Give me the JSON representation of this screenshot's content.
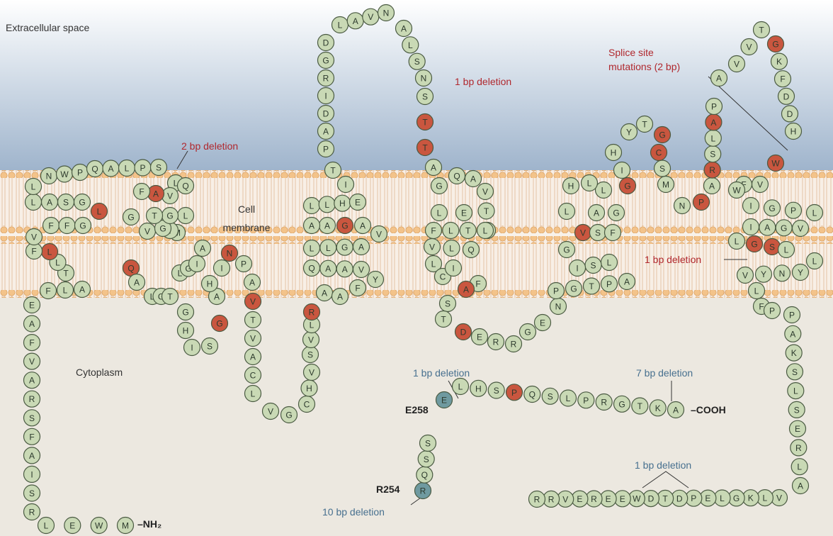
{
  "regions": {
    "extracellular": "Extracellular space",
    "membrane_line1": "Cell",
    "membrane_line2": "membrane",
    "cytoplasm": "Cytoplasm"
  },
  "terminals": {
    "n": "–NH₂",
    "c": "–COOH"
  },
  "markers": {
    "e258": "E258",
    "r254": "R254"
  },
  "annotations": {
    "del2bp": "2 bp deletion",
    "del1bp_top": "1 bp deletion",
    "splice_line1": "Splice site",
    "splice_line2": "mutations (2 bp)",
    "del1bp_right": "1 bp deletion",
    "del1bp_e258": "1 bp deletion",
    "del7bp": "7 bp deletion",
    "del1bp_bottom": "1 bp deletion",
    "del10bp": "10 bp deletion"
  },
  "colors": {
    "normal_residue": "#c9d9b5",
    "mutated_residue": "#c9563f",
    "marker_residue": "#6f9aa0",
    "extracellular_top": "#9fb4cc",
    "cytoplasm": "#ece8e0",
    "head_group": "#f2c28a",
    "lipid_tail": "#e7c2a4"
  },
  "residues": [
    {
      "aa": "M",
      "s": "n"
    },
    {
      "aa": "W",
      "s": "n"
    },
    {
      "aa": "E",
      "s": "n"
    },
    {
      "aa": "L",
      "s": "n"
    },
    {
      "aa": "R",
      "s": "n"
    },
    {
      "aa": "S",
      "s": "n"
    },
    {
      "aa": "I",
      "s": "n"
    },
    {
      "aa": "A",
      "s": "n"
    },
    {
      "aa": "F",
      "s": "n"
    },
    {
      "aa": "S",
      "s": "n"
    },
    {
      "aa": "R",
      "s": "n"
    },
    {
      "aa": "A",
      "s": "n"
    },
    {
      "aa": "V",
      "s": "n"
    },
    {
      "aa": "F",
      "s": "n"
    },
    {
      "aa": "A",
      "s": "n"
    },
    {
      "aa": "E",
      "s": "n"
    },
    {
      "aa": "F",
      "s": "n"
    },
    {
      "aa": "L",
      "s": "n"
    },
    {
      "aa": "A",
      "s": "n"
    },
    {
      "aa": "T",
      "s": "n"
    },
    {
      "aa": "L",
      "s": "n"
    },
    {
      "aa": "L",
      "s": "m"
    },
    {
      "aa": "F",
      "s": "n"
    },
    {
      "aa": "V",
      "s": "n"
    },
    {
      "aa": "F",
      "s": "n"
    },
    {
      "aa": "F",
      "s": "n"
    },
    {
      "aa": "G",
      "s": "n"
    },
    {
      "aa": "L",
      "s": "m"
    },
    {
      "aa": "G",
      "s": "n"
    },
    {
      "aa": "S",
      "s": "n"
    },
    {
      "aa": "A",
      "s": "n"
    },
    {
      "aa": "L",
      "s": "n"
    },
    {
      "aa": "L",
      "s": "n"
    },
    {
      "aa": "N",
      "s": "n"
    },
    {
      "aa": "W",
      "s": "n"
    },
    {
      "aa": "P",
      "s": "n"
    },
    {
      "aa": "Q",
      "s": "n"
    },
    {
      "aa": "A",
      "s": "n"
    },
    {
      "aa": "L",
      "s": "n"
    },
    {
      "aa": "P",
      "s": "n"
    },
    {
      "aa": "S",
      "s": "n"
    },
    {
      "aa": "L",
      "s": "n"
    },
    {
      "aa": "Q",
      "s": "n"
    },
    {
      "aa": "V",
      "s": "n"
    },
    {
      "aa": "A",
      "s": "m"
    },
    {
      "aa": "F",
      "s": "n"
    },
    {
      "aa": "G",
      "s": "n"
    },
    {
      "aa": "V",
      "s": "n"
    },
    {
      "aa": "Q",
      "s": "m"
    },
    {
      "aa": "A",
      "s": "n"
    },
    {
      "aa": "L",
      "s": "n"
    },
    {
      "aa": "G",
      "s": "n"
    },
    {
      "aa": "T",
      "s": "n"
    },
    {
      "aa": "L",
      "s": "n"
    },
    {
      "aa": "G",
      "s": "n"
    },
    {
      "aa": "I",
      "s": "n"
    },
    {
      "aa": "A",
      "s": "n"
    },
    {
      "aa": "M",
      "s": "n"
    },
    {
      "aa": "I",
      "s": "n"
    },
    {
      "aa": "G",
      "s": "n"
    },
    {
      "aa": "L",
      "s": "n"
    },
    {
      "aa": "G",
      "s": "n"
    },
    {
      "aa": "T",
      "s": "n"
    },
    {
      "aa": "G",
      "s": "n"
    },
    {
      "aa": "H",
      "s": "n"
    },
    {
      "aa": "I",
      "s": "n"
    },
    {
      "aa": "S",
      "s": "n"
    },
    {
      "aa": "G",
      "s": "m"
    },
    {
      "aa": "A",
      "s": "n"
    },
    {
      "aa": "H",
      "s": "n"
    },
    {
      "aa": "I",
      "s": "n"
    },
    {
      "aa": "N",
      "s": "m"
    },
    {
      "aa": "P",
      "s": "n"
    },
    {
      "aa": "A",
      "s": "n"
    },
    {
      "aa": "V",
      "s": "m"
    },
    {
      "aa": "T",
      "s": "n"
    },
    {
      "aa": "V",
      "s": "n"
    },
    {
      "aa": "A",
      "s": "n"
    },
    {
      "aa": "C",
      "s": "n"
    },
    {
      "aa": "L",
      "s": "n"
    },
    {
      "aa": "V",
      "s": "n"
    },
    {
      "aa": "G",
      "s": "n"
    },
    {
      "aa": "C",
      "s": "n"
    },
    {
      "aa": "H",
      "s": "n"
    },
    {
      "aa": "V",
      "s": "n"
    },
    {
      "aa": "S",
      "s": "n"
    },
    {
      "aa": "V",
      "s": "n"
    },
    {
      "aa": "L",
      "s": "n"
    },
    {
      "aa": "R",
      "s": "m"
    },
    {
      "aa": "A",
      "s": "n"
    },
    {
      "aa": "A",
      "s": "n"
    },
    {
      "aa": "F",
      "s": "n"
    },
    {
      "aa": "Y",
      "s": "n"
    },
    {
      "aa": "V",
      "s": "n"
    },
    {
      "aa": "A",
      "s": "n"
    },
    {
      "aa": "A",
      "s": "n"
    },
    {
      "aa": "Q",
      "s": "n"
    },
    {
      "aa": "L",
      "s": "n"
    },
    {
      "aa": "L",
      "s": "n"
    },
    {
      "aa": "G",
      "s": "n"
    },
    {
      "aa": "A",
      "s": "n"
    },
    {
      "aa": "V",
      "s": "n"
    },
    {
      "aa": "A",
      "s": "n"
    },
    {
      "aa": "G",
      "s": "m"
    },
    {
      "aa": "A",
      "s": "n"
    },
    {
      "aa": "A",
      "s": "n"
    },
    {
      "aa": "L",
      "s": "n"
    },
    {
      "aa": "L",
      "s": "n"
    },
    {
      "aa": "H",
      "s": "n"
    },
    {
      "aa": "E",
      "s": "n"
    },
    {
      "aa": "I",
      "s": "n"
    },
    {
      "aa": "T",
      "s": "n"
    },
    {
      "aa": "P",
      "s": "n"
    },
    {
      "aa": "A",
      "s": "n"
    },
    {
      "aa": "D",
      "s": "n"
    },
    {
      "aa": "I",
      "s": "n"
    },
    {
      "aa": "R",
      "s": "n"
    },
    {
      "aa": "G",
      "s": "n"
    },
    {
      "aa": "D",
      "s": "n"
    },
    {
      "aa": "L",
      "s": "n"
    },
    {
      "aa": "A",
      "s": "n"
    },
    {
      "aa": "V",
      "s": "n"
    },
    {
      "aa": "N",
      "s": "n"
    },
    {
      "aa": "A",
      "s": "n"
    },
    {
      "aa": "L",
      "s": "n"
    },
    {
      "aa": "S",
      "s": "n"
    },
    {
      "aa": "N",
      "s": "n"
    },
    {
      "aa": "S",
      "s": "n"
    },
    {
      "aa": "T",
      "s": "m"
    },
    {
      "aa": "T",
      "s": "m"
    },
    {
      "aa": "A",
      "s": "n"
    },
    {
      "aa": "G",
      "s": "n"
    },
    {
      "aa": "Q",
      "s": "n"
    },
    {
      "aa": "A",
      "s": "n"
    },
    {
      "aa": "V",
      "s": "n"
    },
    {
      "aa": "T",
      "s": "n"
    },
    {
      "aa": "V",
      "s": "n"
    },
    {
      "aa": "E",
      "s": "n"
    },
    {
      "aa": "L",
      "s": "n"
    },
    {
      "aa": "F",
      "s": "n"
    },
    {
      "aa": "L",
      "s": "n"
    },
    {
      "aa": "T",
      "s": "n"
    },
    {
      "aa": "L",
      "s": "n"
    },
    {
      "aa": "Q",
      "s": "n"
    },
    {
      "aa": "L",
      "s": "n"
    },
    {
      "aa": "V",
      "s": "n"
    },
    {
      "aa": "L",
      "s": "n"
    },
    {
      "aa": "C",
      "s": "n"
    },
    {
      "aa": "I",
      "s": "n"
    },
    {
      "aa": "F",
      "s": "n"
    },
    {
      "aa": "A",
      "s": "m"
    },
    {
      "aa": "S",
      "s": "n"
    },
    {
      "aa": "T",
      "s": "n"
    },
    {
      "aa": "D",
      "s": "m"
    },
    {
      "aa": "E",
      "s": "n"
    },
    {
      "aa": "R",
      "s": "n"
    },
    {
      "aa": "R",
      "s": "n"
    },
    {
      "aa": "G",
      "s": "n"
    },
    {
      "aa": "E",
      "s": "n"
    },
    {
      "aa": "N",
      "s": "n"
    },
    {
      "aa": "P",
      "s": "n"
    },
    {
      "aa": "G",
      "s": "n"
    },
    {
      "aa": "T",
      "s": "n"
    },
    {
      "aa": "P",
      "s": "n"
    },
    {
      "aa": "A",
      "s": "n"
    },
    {
      "aa": "L",
      "s": "n"
    },
    {
      "aa": "S",
      "s": "n"
    },
    {
      "aa": "I",
      "s": "n"
    },
    {
      "aa": "G",
      "s": "n"
    },
    {
      "aa": "V",
      "s": "m"
    },
    {
      "aa": "S",
      "s": "n"
    },
    {
      "aa": "F",
      "s": "n"
    },
    {
      "aa": "A",
      "s": "n"
    },
    {
      "aa": "L",
      "s": "n"
    },
    {
      "aa": "G",
      "s": "n"
    },
    {
      "aa": "H",
      "s": "n"
    },
    {
      "aa": "L",
      "s": "n"
    },
    {
      "aa": "L",
      "s": "n"
    },
    {
      "aa": "G",
      "s": "m"
    },
    {
      "aa": "I",
      "s": "n"
    },
    {
      "aa": "H",
      "s": "n"
    },
    {
      "aa": "Y",
      "s": "n"
    },
    {
      "aa": "T",
      "s": "n"
    },
    {
      "aa": "G",
      "s": "m"
    },
    {
      "aa": "C",
      "s": "m"
    },
    {
      "aa": "S",
      "s": "n"
    },
    {
      "aa": "M",
      "s": "n"
    },
    {
      "aa": "N",
      "s": "n"
    },
    {
      "aa": "P",
      "s": "m"
    },
    {
      "aa": "A",
      "s": "n"
    },
    {
      "aa": "R",
      "s": "m"
    },
    {
      "aa": "S",
      "s": "n"
    },
    {
      "aa": "L",
      "s": "n"
    },
    {
      "aa": "A",
      "s": "m"
    },
    {
      "aa": "P",
      "s": "n"
    },
    {
      "aa": "A",
      "s": "n"
    },
    {
      "aa": "V",
      "s": "n"
    },
    {
      "aa": "V",
      "s": "n"
    },
    {
      "aa": "T",
      "s": "n"
    },
    {
      "aa": "G",
      "s": "m"
    },
    {
      "aa": "K",
      "s": "n"
    },
    {
      "aa": "F",
      "s": "n"
    },
    {
      "aa": "D",
      "s": "n"
    },
    {
      "aa": "D",
      "s": "n"
    },
    {
      "aa": "H",
      "s": "n"
    },
    {
      "aa": "W",
      "s": "m"
    },
    {
      "aa": "V",
      "s": "n"
    },
    {
      "aa": "F",
      "s": "n"
    },
    {
      "aa": "W",
      "s": "n"
    },
    {
      "aa": "I",
      "s": "n"
    },
    {
      "aa": "G",
      "s": "n"
    },
    {
      "aa": "P",
      "s": "n"
    },
    {
      "aa": "L",
      "s": "n"
    },
    {
      "aa": "V",
      "s": "n"
    },
    {
      "aa": "G",
      "s": "n"
    },
    {
      "aa": "A",
      "s": "n"
    },
    {
      "aa": "I",
      "s": "n"
    },
    {
      "aa": "L",
      "s": "n"
    },
    {
      "aa": "G",
      "s": "m"
    },
    {
      "aa": "S",
      "s": "m"
    },
    {
      "aa": "L",
      "s": "n"
    },
    {
      "aa": "L",
      "s": "n"
    },
    {
      "aa": "Y",
      "s": "n"
    },
    {
      "aa": "N",
      "s": "n"
    },
    {
      "aa": "Y",
      "s": "n"
    },
    {
      "aa": "V",
      "s": "n"
    },
    {
      "aa": "L",
      "s": "n"
    },
    {
      "aa": "F",
      "s": "n"
    },
    {
      "aa": "P",
      "s": "n"
    },
    {
      "aa": "P",
      "s": "n"
    },
    {
      "aa": "A",
      "s": "n"
    },
    {
      "aa": "K",
      "s": "n"
    },
    {
      "aa": "S",
      "s": "n"
    },
    {
      "aa": "L",
      "s": "n"
    },
    {
      "aa": "S",
      "s": "n"
    },
    {
      "aa": "E",
      "s": "n"
    },
    {
      "aa": "R",
      "s": "n"
    },
    {
      "aa": "L",
      "s": "n"
    },
    {
      "aa": "A",
      "s": "n"
    },
    {
      "aa": "V",
      "s": "n"
    },
    {
      "aa": "L",
      "s": "n"
    },
    {
      "aa": "K",
      "s": "n"
    },
    {
      "aa": "G",
      "s": "n"
    },
    {
      "aa": "L",
      "s": "n"
    },
    {
      "aa": "E",
      "s": "n"
    },
    {
      "aa": "P",
      "s": "n"
    },
    {
      "aa": "D",
      "s": "n"
    },
    {
      "aa": "T",
      "s": "n"
    },
    {
      "aa": "D",
      "s": "n"
    },
    {
      "aa": "W",
      "s": "n"
    },
    {
      "aa": "E",
      "s": "n"
    },
    {
      "aa": "E",
      "s": "n"
    },
    {
      "aa": "R",
      "s": "n"
    },
    {
      "aa": "E",
      "s": "n"
    },
    {
      "aa": "V",
      "s": "n"
    },
    {
      "aa": "R",
      "s": "n"
    },
    {
      "aa": "R",
      "s": "n"
    },
    {
      "aa": "R",
      "s": "k"
    },
    {
      "aa": "Q",
      "s": "n"
    },
    {
      "aa": "S",
      "s": "n"
    },
    {
      "aa": "S",
      "s": "n"
    },
    {
      "aa": "E",
      "s": "k"
    },
    {
      "aa": "L",
      "s": "n"
    },
    {
      "aa": "H",
      "s": "n"
    },
    {
      "aa": "S",
      "s": "n"
    },
    {
      "aa": "P",
      "s": "m"
    },
    {
      "aa": "Q",
      "s": "n"
    },
    {
      "aa": "S",
      "s": "n"
    },
    {
      "aa": "L",
      "s": "n"
    },
    {
      "aa": "P",
      "s": "n"
    },
    {
      "aa": "R",
      "s": "n"
    },
    {
      "aa": "G",
      "s": "n"
    },
    {
      "aa": "T",
      "s": "n"
    },
    {
      "aa": "K",
      "s": "n"
    },
    {
      "aa": "A",
      "s": "n"
    }
  ]
}
